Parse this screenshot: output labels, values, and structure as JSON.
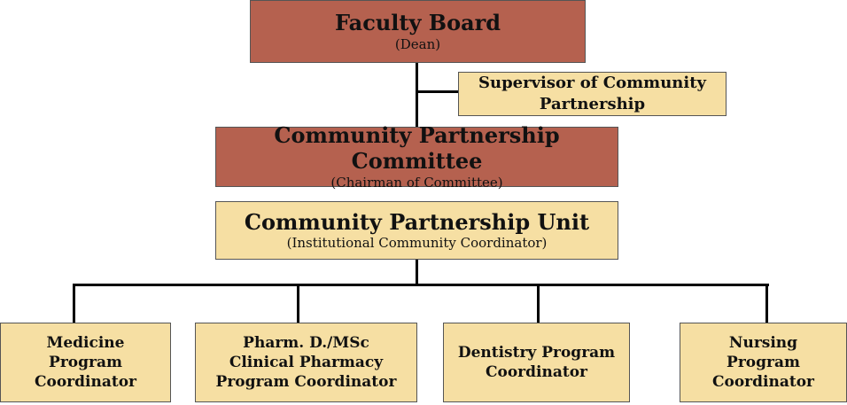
{
  "faculty_board": {
    "title": "Faculty Board",
    "subtitle": "(Dean)"
  },
  "supervisor": {
    "title": "Supervisor of Community Partnership"
  },
  "committee": {
    "title": "Community Partnership Committee",
    "subtitle": "(Chairman of Committee)"
  },
  "unit": {
    "title": "Community Partnership Unit",
    "subtitle": "(Institutional Community Coordinator)"
  },
  "coordinators": [
    {
      "title": "Medicine Program Coordinator"
    },
    {
      "title": "Pharm. D./MSc Clinical Pharmacy Program Coordinator"
    },
    {
      "title": "Dentistry Program Coordinator"
    },
    {
      "title": "Nursing Program Coordinator"
    }
  ],
  "colors": {
    "head_box": "#b5614f",
    "unit_box": "#f6dfa3",
    "connector": "#000000"
  }
}
